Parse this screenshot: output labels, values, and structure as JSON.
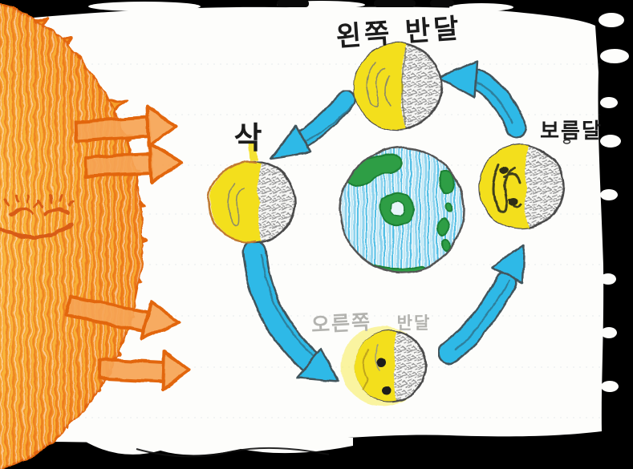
{
  "scene": {
    "kind": "crayon drawing of the lunar phase cycle on notebook paper"
  },
  "moons": [
    {
      "position": "top",
      "label": "왼쪽 반달"
    },
    {
      "position": "right",
      "label": "보름달"
    },
    {
      "position": "left",
      "label": "삭"
    },
    {
      "position": "bottom",
      "label": "오른쪽 반달",
      "label_part1": "오른쪽",
      "label_part2": "반달"
    }
  ],
  "cycle_arrows": [
    {
      "from": "right",
      "to": "top"
    },
    {
      "from": "top",
      "to": "left"
    },
    {
      "from": "left",
      "to": "bottom"
    },
    {
      "from": "bottom",
      "to": "right"
    }
  ],
  "colors": {
    "background": "#000000",
    "paper": "#fdfdfb",
    "ink": "#1c1c1c",
    "pencil_label": "#b3b3af",
    "moon_lit": "#f3df1e",
    "moon_outline": "#4c4c4c",
    "arrow_blue": "#2db9e7",
    "arrow_blue_edge": "#42545c",
    "arrow_orange_fill": "#f6a455",
    "sun_outline": "#e2660d",
    "earth_land": "#2f9e45",
    "earth_land_outline": "#1d8034",
    "ruled_line": "#8899aa"
  }
}
